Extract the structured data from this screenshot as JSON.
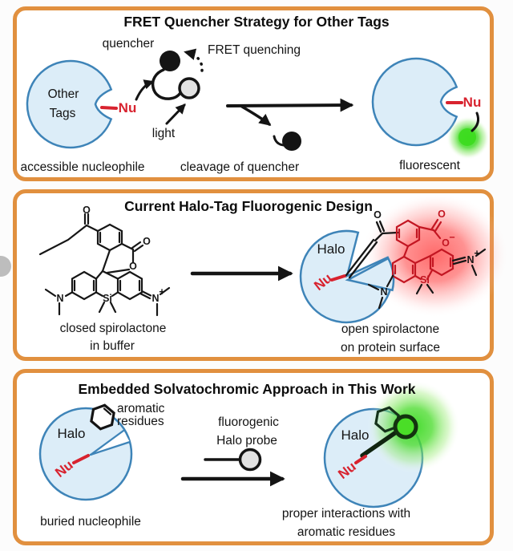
{
  "figure": {
    "type": "three-panel scheme comparing fluorogenic labeling strategies",
    "colors": {
      "panel_border_orange": "#E1903F",
      "protein_fill_blue": "#DCEDF8",
      "protein_stroke_blue": "#3E84B8",
      "nucleophile_red": "#D8232F",
      "fluorescence_green": "#3CDC1E",
      "fluorescence_red_glow": "#FF2020",
      "probe_gray": "#E2E2E2",
      "ink_black": "#141414"
    }
  },
  "fret": {
    "title": "FRET Quencher Strategy for Other Tags",
    "tag_line1": "Other",
    "tag_line2": "Tags",
    "nu_left": "Nu",
    "nu_right": "Nu",
    "quencher": "quencher",
    "fret_quenching": "FRET quenching",
    "light": "light",
    "caption_left": "accessible nucleophile",
    "caption_mid": "cleavage of quencher",
    "caption_right": "fluorescent"
  },
  "halotag": {
    "title": "Current Halo-Tag Fluorogenic Design",
    "halo": "Halo",
    "nu": "Nu",
    "caption_left": [
      "closed spirolactone",
      "in buffer"
    ],
    "caption_right": [
      "open spirolactone",
      "on protein surface"
    ],
    "atoms_closed": {
      "ketone_o": "O",
      "lactone_o_dbl": "O",
      "lactone_o": "O",
      "n_left": "N",
      "n_right": "N",
      "n_right_charge": "+",
      "si": "Si"
    },
    "atoms_open": {
      "carbonyl_o": "O",
      "carboxyl_o": "O",
      "carboxylate_o": "O",
      "carboxylate_charge": "−",
      "n_right": "N",
      "n_right_charge": "+",
      "n_left": "N",
      "si": "Si"
    }
  },
  "solvatochromic": {
    "title": "Embedded Solvatochromic Approach in This Work",
    "halo_left": "Halo",
    "halo_right": "Halo",
    "nu_left": "Nu",
    "nu_right": "Nu",
    "aromatic_line1": "aromatic",
    "aromatic_line2": "residues",
    "probe_line1": "fluorogenic",
    "probe_line2": "Halo probe",
    "caption_left": "buried nucleophile",
    "caption_right1": "proper interactions with",
    "caption_right2": "aromatic residues"
  }
}
